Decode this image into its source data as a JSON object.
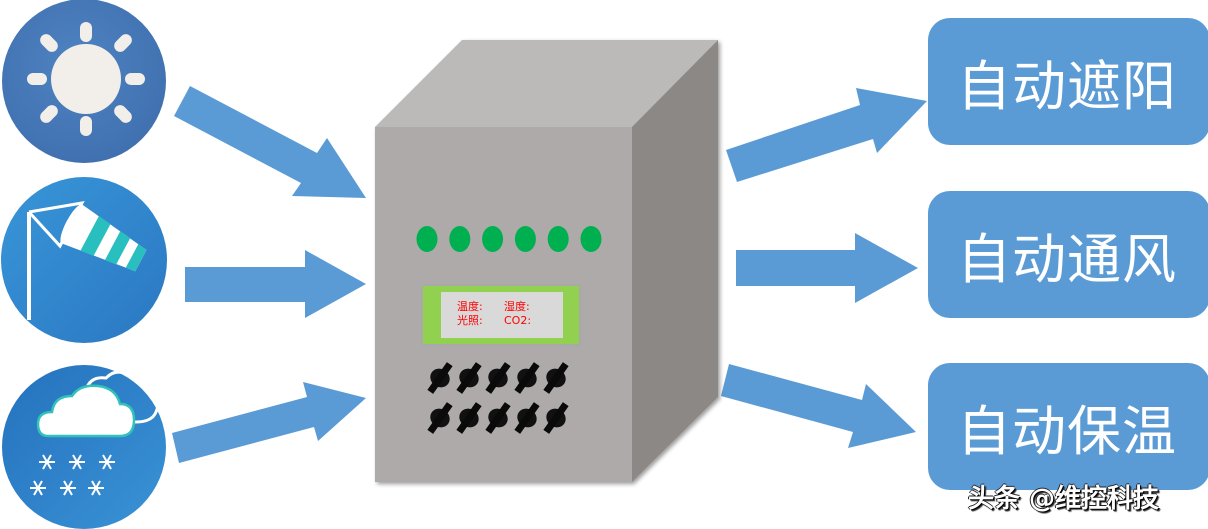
{
  "diagram": {
    "title": "",
    "inputs": [
      {
        "name": "sunlight",
        "icon": "sun-icon"
      },
      {
        "name": "wind",
        "icon": "windsock-icon"
      },
      {
        "name": "snow",
        "icon": "snow-cloud-icon"
      }
    ],
    "controller": {
      "name": "control-cabinet",
      "led_count": 6,
      "led_color": "#00b050",
      "display": {
        "row1": [
          "温度:",
          "湿度:"
        ],
        "row2": [
          "光照:",
          "CO2:"
        ]
      },
      "terminal_rows": 2,
      "terminals_per_row": 5
    },
    "outputs": [
      {
        "label": "自动遮阳"
      },
      {
        "label": "自动通风"
      },
      {
        "label": "自动保温"
      }
    ],
    "watermark": "头条 @维控科技"
  },
  "colors": {
    "arrow": "#5b9bd5",
    "output_box": "#5b9bd5",
    "cabinet_front": "#aeaaaa",
    "cabinet_top": "#bcbab8",
    "cabinet_side": "#8c8886",
    "display_border": "#92d050",
    "display_text": "#ff0000",
    "sun_circle": "#4a7ebb",
    "wind_circle": "#2e85cc",
    "snow_circle": "#2a7cc7"
  }
}
